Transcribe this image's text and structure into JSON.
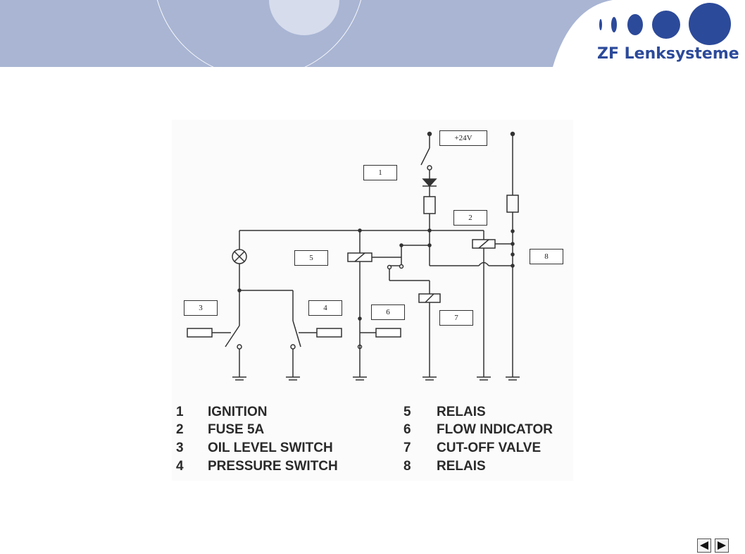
{
  "header": {
    "brand": "ZF Lenksysteme",
    "colors": {
      "band": "#a9b5d3",
      "logo_blue": "#2c4a9a",
      "circle_light": "#d6dcec"
    }
  },
  "diagram": {
    "supply_label": "+24V",
    "callouts": [
      "1",
      "2",
      "3",
      "4",
      "5",
      "6",
      "7",
      "8"
    ]
  },
  "legend": {
    "left": [
      {
        "num": "1",
        "text": "IGNITION"
      },
      {
        "num": "2",
        "text": "FUSE 5A"
      },
      {
        "num": "3",
        "text": "OIL LEVEL SWITCH"
      },
      {
        "num": "4",
        "text": "PRESSURE SWITCH"
      }
    ],
    "right": [
      {
        "num": "5",
        "text": "RELAIS"
      },
      {
        "num": "6",
        "text": "FLOW INDICATOR"
      },
      {
        "num": "7",
        "text": "CUT-OFF VALVE"
      },
      {
        "num": "8",
        "text": "RELAIS"
      }
    ]
  },
  "nav": {
    "prev_icon": "triangle-left-icon",
    "next_icon": "triangle-right-icon"
  }
}
